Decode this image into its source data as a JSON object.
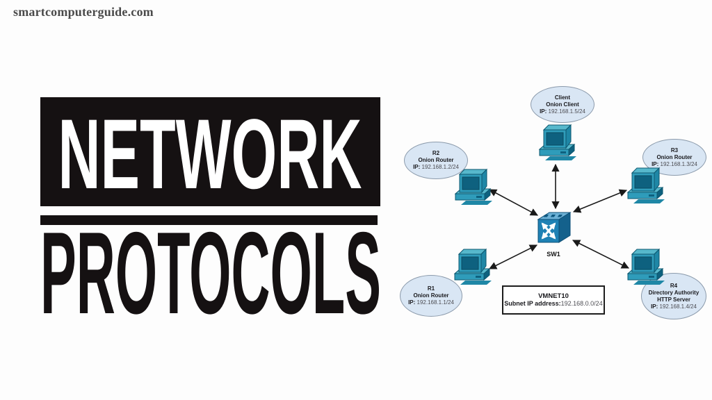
{
  "site": {
    "name": "smartcomputerguide.com"
  },
  "banner": {
    "line1": "NETWORK",
    "line2": "PROTOCOLS",
    "background_color": "#151112",
    "text_color_line1": "#ffffff",
    "text_color_line2": "#151112"
  },
  "diagram": {
    "nodes": [
      {
        "id": "client",
        "lines": [
          "Client",
          "Onion Client"
        ],
        "ip_label": "IP:",
        "ip": "192.168.1.5/24"
      },
      {
        "id": "r2",
        "lines": [
          "R2",
          "Onion Router"
        ],
        "ip_label": "IP:",
        "ip": "192.168.1.2/24"
      },
      {
        "id": "r3",
        "lines": [
          "R3",
          "Onion Router"
        ],
        "ip_label": "IP:",
        "ip": "192.168.1.3/24"
      },
      {
        "id": "r1",
        "lines": [
          "R1",
          "Onion Router"
        ],
        "ip_label": "IP:",
        "ip": "192.168.1.1/24"
      },
      {
        "id": "r4",
        "lines": [
          "R4",
          "Directory Authority",
          "HTTP Server"
        ],
        "ip_label": "IP:",
        "ip": "192.168.1.4/24"
      }
    ],
    "switch": {
      "label": "SW1"
    },
    "subnet_box": {
      "title": "VMNET10",
      "label": "Subnet IP address:",
      "value": "192.168.0.0/24"
    },
    "connections": [
      {
        "from": "client",
        "to": "SW1",
        "bidirectional": true
      },
      {
        "from": "r2",
        "to": "SW1",
        "bidirectional": true
      },
      {
        "from": "r3",
        "to": "SW1",
        "bidirectional": true
      },
      {
        "from": "r1",
        "to": "SW1",
        "bidirectional": true
      },
      {
        "from": "r4",
        "to": "SW1",
        "bidirectional": true
      }
    ],
    "colors": {
      "ellipse_fill": "#d9e6f4",
      "ellipse_border": "#8b9aab",
      "pc_light": "#2f9cba",
      "pc_highlight": "#57b8cc",
      "pc_mid": "#1f87a6",
      "pc_dark": "#0e617f",
      "switch_front": "#1f81b4",
      "switch_top": "#6cb1d6",
      "switch_side": "#14618c",
      "arrow": "#1a1a1a"
    }
  }
}
